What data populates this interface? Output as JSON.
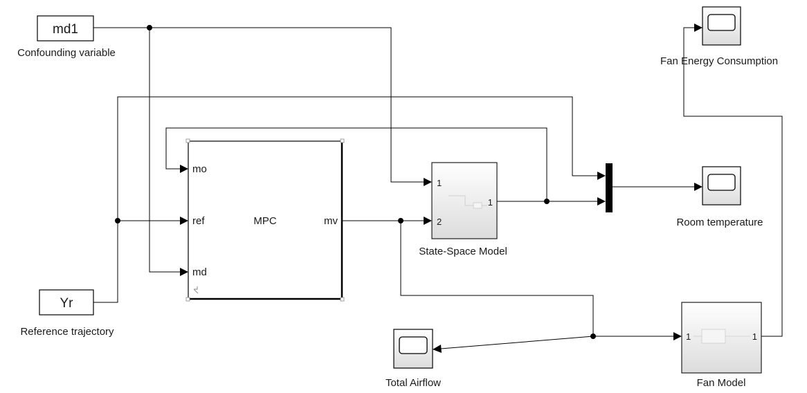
{
  "blocks": {
    "md1": {
      "text": "md1",
      "label": "Confounding variable"
    },
    "yr": {
      "text": "Yr",
      "label": "Reference trajectory"
    },
    "mpc": {
      "title": "MPC",
      "ports": {
        "mo": "mo",
        "ref": "ref",
        "md": "md",
        "mv": "mv"
      }
    },
    "state_space": {
      "label": "State-Space Model",
      "in1": "1",
      "in2": "2",
      "out1": "1"
    },
    "fan_model": {
      "label": "Fan Model",
      "in1": "1",
      "out1": "1"
    },
    "scope_energy": {
      "label": "Fan Energy Consumption"
    },
    "scope_room": {
      "label": "Room temperature"
    },
    "scope_airflow": {
      "label": "Total Airflow"
    }
  },
  "colors": {
    "wire": "#000000",
    "block_border": "#000000",
    "subsystem_fill": "#e9e9e9"
  }
}
